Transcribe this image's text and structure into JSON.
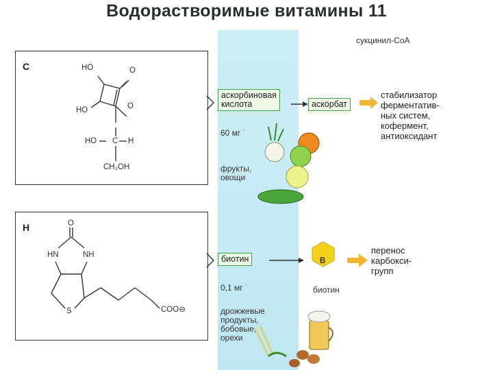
{
  "title": "Водорастворимые витамины 11",
  "top_note": "сукцинил-CoA",
  "vitamin_c": {
    "letter": "C",
    "atoms": {
      "ho_top": "HO",
      "o_carbonyl": "O",
      "ho_left": "HO",
      "o_ring": "O",
      "ho_chain": "HO",
      "c_chain": "C",
      "h_chain": "H",
      "ch2oh": "CH₂OH"
    },
    "name_box": "аскорбиновая\nкислота",
    "product_box": "аскорбат",
    "dose": "60 мг ˙",
    "sources": "фрукты,\nовощи",
    "function": "стабилизатор\nферментатив-\nных систем,\nкофермент,\nантиоксидант"
  },
  "vitamin_h": {
    "letter": "H",
    "atoms": {
      "o_top": "O",
      "hn": "HN",
      "nh": "NH",
      "s": "S",
      "coo": "COO⊖"
    },
    "name_box": "биотин",
    "coenzyme_symbol": "B",
    "coenzyme_label": "биотин",
    "dose": "0,1 мг ˙",
    "sources": "дрожжевые\nпродукты,\nбобовые,\nорехи",
    "function": "перенос\nкарбокси-\nгрупп"
  },
  "colors": {
    "box_border": "#3aa34a",
    "arrow_orange": "#f5b733",
    "strip": "#c6ebf4",
    "hexagon": "#f4d21b"
  }
}
